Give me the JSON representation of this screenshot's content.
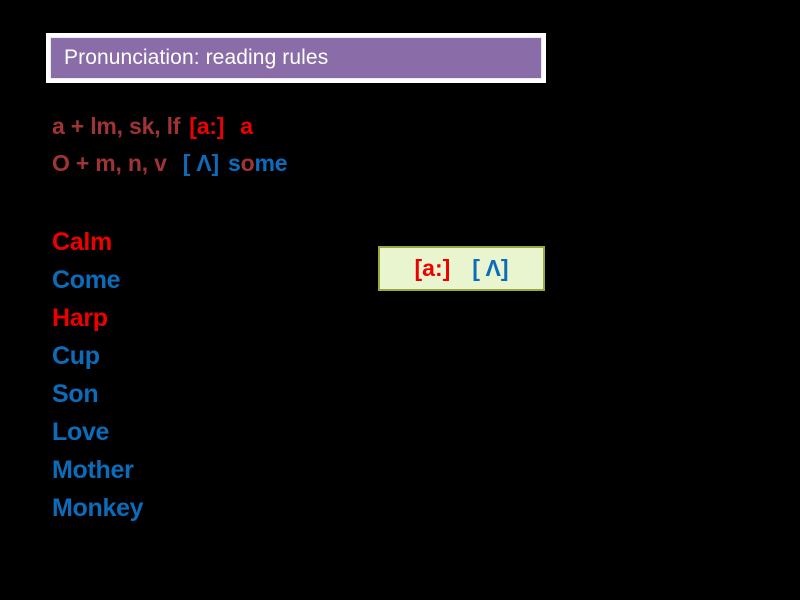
{
  "slide": {
    "background_color": "#000000",
    "title": {
      "text": "Pronunciation: reading rules",
      "bar_color": "#8a6ca8",
      "text_color": "#ffffff"
    },
    "rules": [
      {
        "id": "rule-a",
        "pattern": "a + lm, sk, lf",
        "ipa": "[a:]",
        "example": "a",
        "pattern_color": "#a03434",
        "ipa_color": "#ee0000",
        "example_color": "#ee0000"
      },
      {
        "id": "rule-o",
        "pattern": "O + m, n, v",
        "ipa": "[ Λ]",
        "example_prefix": "s",
        "example_highlight": "o",
        "example_suffix": "me",
        "pattern_color": "#a03434",
        "ipa_color": "#0b6cbb",
        "example_color": "#0b6cbb",
        "example_highlight_color": "#a03434"
      }
    ],
    "words": [
      {
        "text": "Calm",
        "color": "#ee0000",
        "sound": "[a:]"
      },
      {
        "text": "Come",
        "color": "#0b6cbb",
        "sound": "[ Λ]"
      },
      {
        "text": "Harp",
        "color": "#ee0000",
        "sound": "[a:]"
      },
      {
        "text": "Cup",
        "color": "#0b6cbb",
        "sound": "[ Λ]"
      },
      {
        "text": "Son",
        "color": "#0b6cbb",
        "sound": "[ Λ]"
      },
      {
        "text": "Love",
        "color": "#0b6cbb",
        "sound": "[ Λ]"
      },
      {
        "text": "Mother",
        "color": "#0b6cbb",
        "sound": "[ Λ]"
      },
      {
        "text": "Monkey",
        "color": "#0b6cbb",
        "sound": "[ Λ]"
      }
    ],
    "legend": {
      "background_color": "#e9f5cf",
      "border_color": "#9aaa3a",
      "items": [
        {
          "label": "[a:]",
          "color": "#ee0000"
        },
        {
          "label": "[ Λ]",
          "color": "#0b6cbb"
        }
      ]
    }
  }
}
